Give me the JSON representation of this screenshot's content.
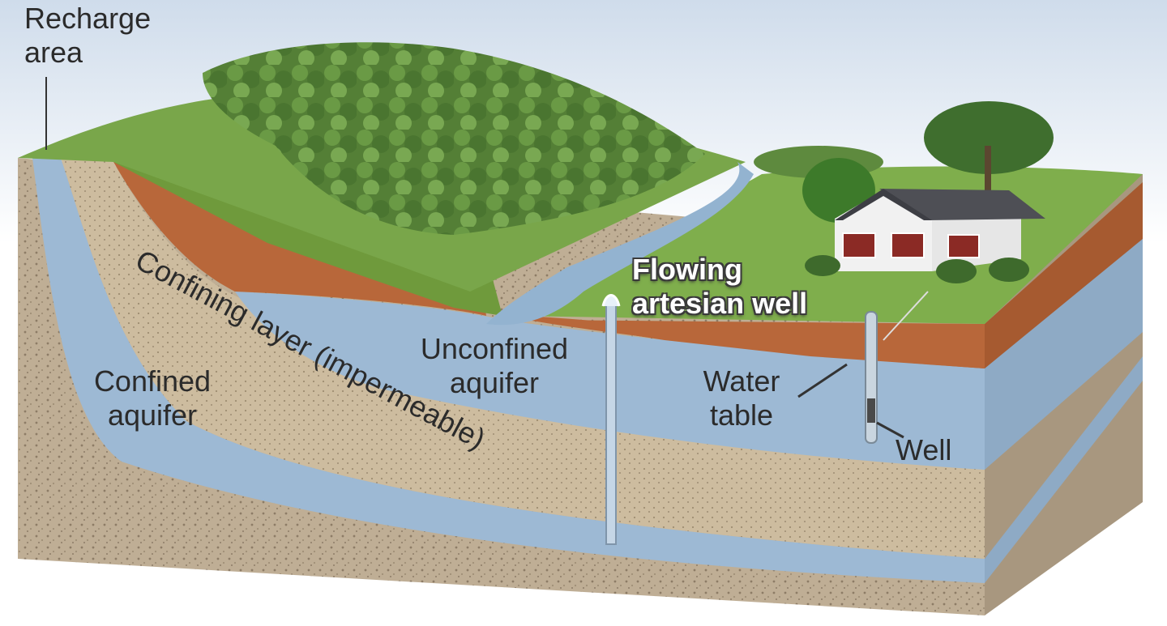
{
  "labels": {
    "recharge_area_line1": "Recharge",
    "recharge_area_line2": "area",
    "confining_layer": "Confining layer (impermeable)",
    "confined_aquifer_line1": "Confined",
    "confined_aquifer_line2": "aquifer",
    "unconfined_aquifer_line1": "Unconfined",
    "unconfined_aquifer_line2": "aquifer",
    "flowing_artesian_line1": "Flowing",
    "flowing_artesian_line2": "artesian well",
    "water_table_line1": "Water",
    "water_table_line2": "table",
    "well": "Well"
  },
  "colors": {
    "sky": "#dfe8f2",
    "grass": "#6f9a3c",
    "soil": "#b8673a",
    "water": "#9db9d4",
    "confining_rock": "#c9b79b",
    "bedrock": "#bdae98",
    "forest": "#4f7a34"
  }
}
